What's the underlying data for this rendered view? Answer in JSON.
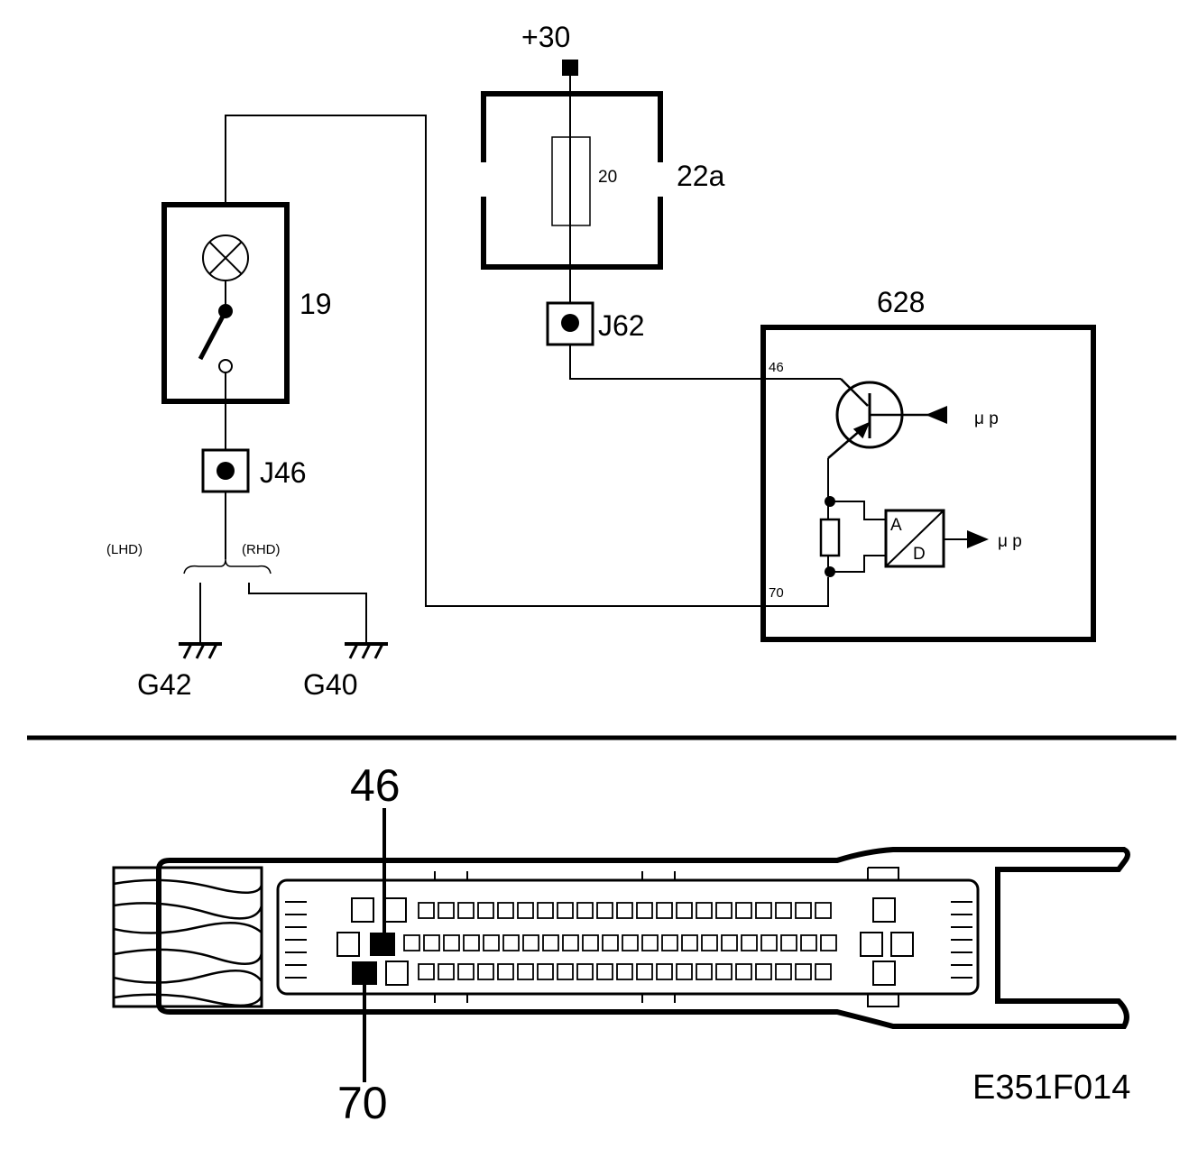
{
  "labels": {
    "supply": "+30",
    "fuse_box": "22a",
    "fuse_rating": "20",
    "switch_unit": "19",
    "module": "628",
    "conn_j62": "J62",
    "conn_j46": "J46",
    "lhd": "(LHD)",
    "rhd": "(RHD)",
    "ground_g42": "G42",
    "ground_g40": "G40",
    "pin_46": "46",
    "pin_70": "70",
    "mu_p_1": "μ p",
    "mu_p_2": "μ p",
    "adc_a": "A",
    "adc_d": "D"
  },
  "connector": {
    "pin_46_label": "46",
    "pin_70_label": "70"
  },
  "figure_code": "E351F014"
}
